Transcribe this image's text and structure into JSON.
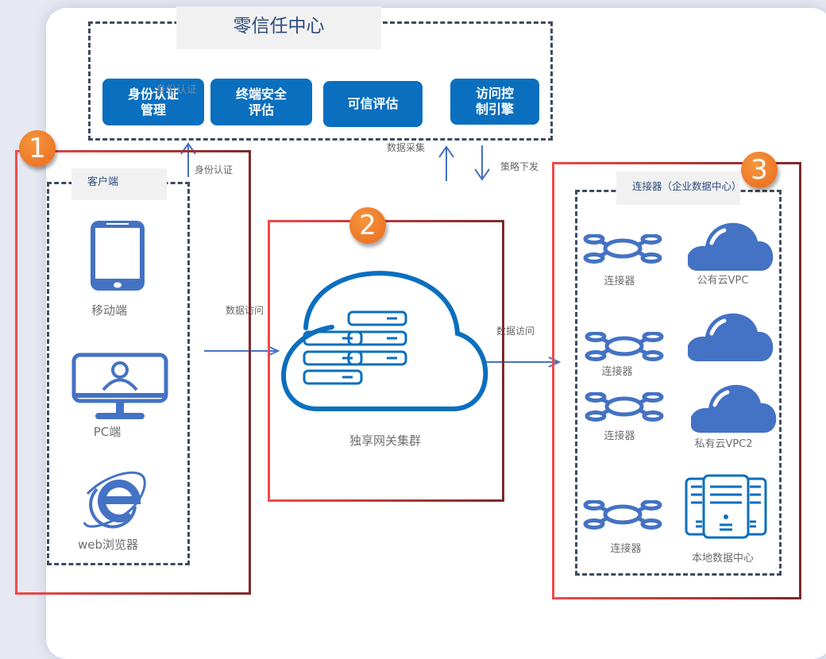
{
  "zero_trust_center": {
    "title": "零信任中心",
    "modules": [
      {
        "label": "身份认证\n管理"
      },
      {
        "label": "终端安全\n评估"
      },
      {
        "label": "可信评估"
      },
      {
        "label": "访问控\n制引擎"
      }
    ],
    "overlay_label": "身份认证"
  },
  "arrows": {
    "identity_auth": "身份认证",
    "data_collection": "数据采集",
    "policy_push": "策略下发",
    "data_access_left": "数据访问",
    "data_access_right": "数据访问"
  },
  "section1": {
    "badge": "1",
    "title": "客户端",
    "clients": [
      {
        "icon": "mobile-phone-icon",
        "label": "移动端"
      },
      {
        "icon": "pc-monitor-icon",
        "label": "PC端"
      },
      {
        "icon": "web-browser-icon",
        "label": "web浏览器"
      }
    ]
  },
  "section2": {
    "badge": "2",
    "label": "独享网关集群",
    "icon": "cloud-server-icon"
  },
  "section3": {
    "badge": "3",
    "title": "连接器（企业数据中心）",
    "rows": [
      {
        "connector": "连接器",
        "target": "公有云VPC",
        "target_icon": "cloud-icon"
      },
      {
        "connector": "连接器",
        "target": "",
        "target_icon": "cloud-icon"
      },
      {
        "connector": "连接器",
        "target": "私有云VPC2",
        "target_icon": "cloud-icon"
      },
      {
        "connector": "连接器",
        "target": "本地数据中心",
        "target_icon": "data-center-icon"
      }
    ]
  },
  "colors": {
    "module_blue": "#0a6fbe",
    "icon_blue": "#4472c4",
    "badge_orange": "#ee7a26",
    "box_red": "#f04a4a",
    "dash_gray": "#3f4b5f"
  }
}
